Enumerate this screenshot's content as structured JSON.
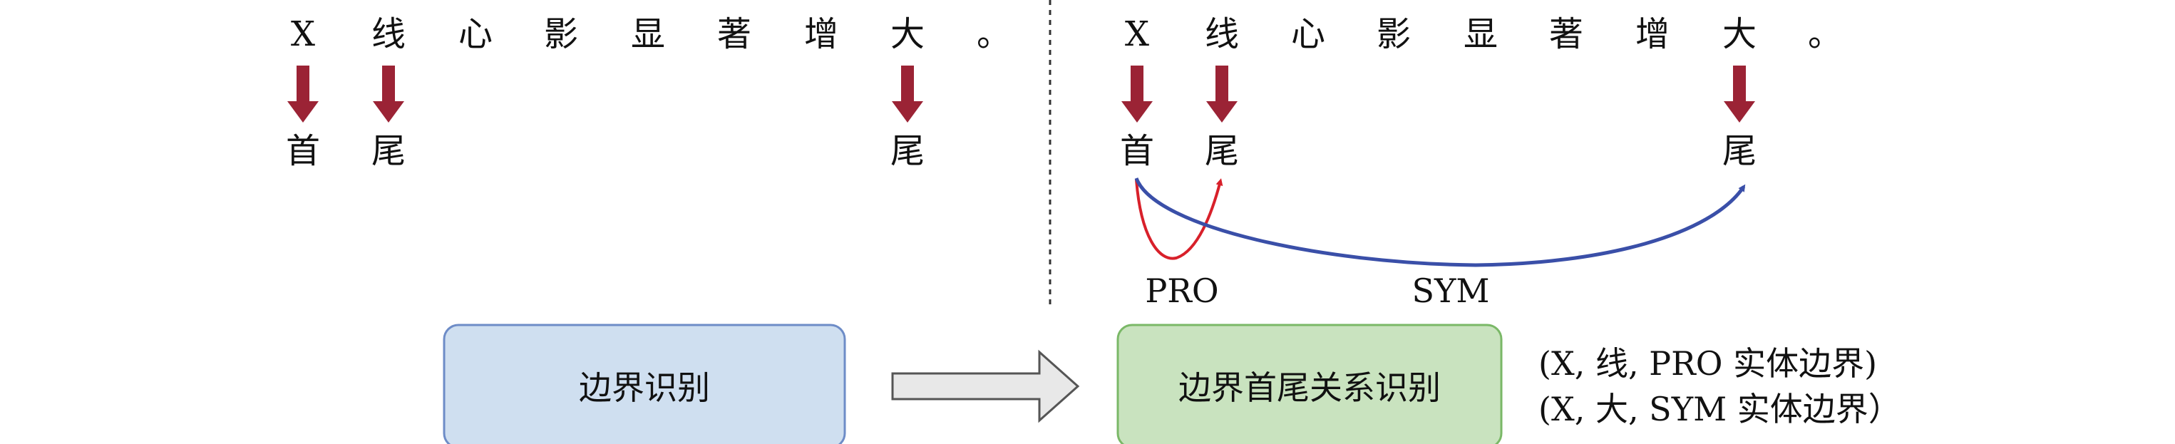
{
  "colors": {
    "down_arrow": "#9b2335",
    "pro_arc": "#d8202a",
    "sym_arc": "#3a4fa8",
    "box1_fill": "#cfdff0",
    "box1_stroke": "#6d8cc7",
    "box2_fill": "#c9e3bf",
    "box2_stroke": "#7ab867",
    "flow_arrow_fill": "#e8e8e8",
    "flow_arrow_stroke": "#555555"
  },
  "left_panel": {
    "chars": [
      "X",
      "线",
      "心",
      "影",
      "显",
      "著",
      "增",
      "大",
      "。"
    ],
    "tags": [
      "首",
      "尾",
      "尾"
    ]
  },
  "right_panel": {
    "chars": [
      "X",
      "线",
      "心",
      "影",
      "显",
      "著",
      "增",
      "大",
      "。"
    ],
    "tags": [
      "首",
      "尾",
      "尾"
    ],
    "relations": [
      "PRO",
      "SYM"
    ]
  },
  "flow": {
    "box1": "边界识别",
    "box2": "边界首尾关系识别",
    "outputs": [
      "(X, 线, PRO 实体边界)",
      "(X, 大, SYM 实体边界）"
    ]
  }
}
